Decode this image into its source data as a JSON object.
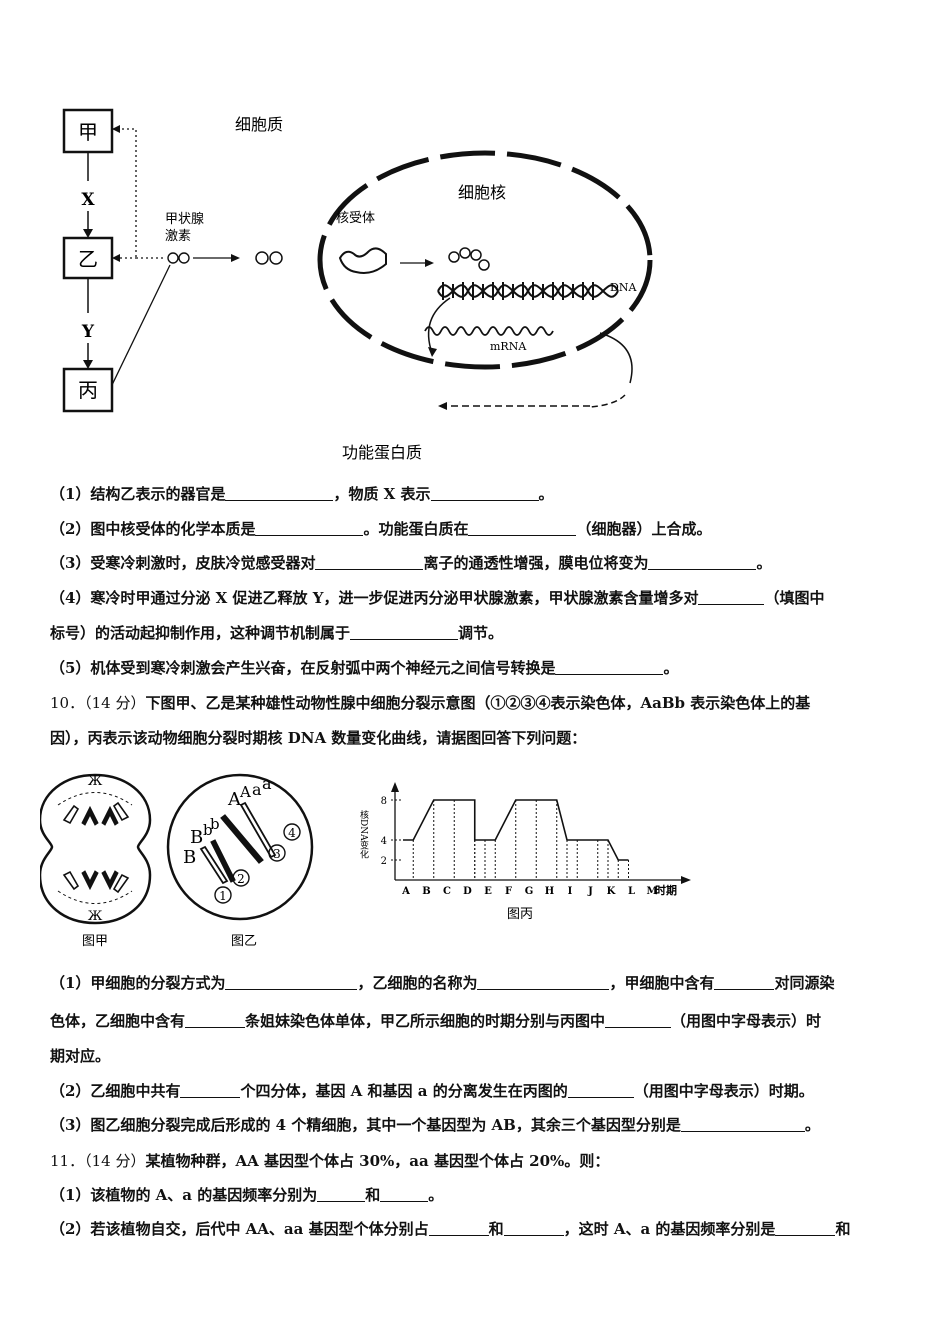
{
  "fig1": {
    "box_jia": "甲",
    "box_yi": "乙",
    "box_bing": "丙",
    "label_x": "X",
    "label_y": "Y",
    "hormone_label_1": "甲状腺",
    "hormone_label_2": "激素",
    "cytoplasm": "细胞质",
    "nucleus": "细胞核",
    "receptor": "核受体",
    "dna": "DNA",
    "mrna": "mRNA",
    "protein": "功能蛋白质"
  },
  "q9": {
    "p1_a": "（1）结构乙表示的器官是",
    "p1_b": "，物质 X 表示",
    "p1_c": "。",
    "p2_a": "（2）图中核受体的化学本质是",
    "p2_b": "。功能蛋白质在",
    "p2_c": "（细胞器）上合成。",
    "p3_a": "（3）受寒冷刺激时，皮肤冷觉感受器对",
    "p3_b": "离子的通透性增强，膜电位将变为",
    "p3_c": "。",
    "p4_a": "（4）寒冷时甲通过分泌 X 促进乙释放 Y，进一步促进丙分泌甲状腺激素，甲状腺激素含量增多对",
    "p4_b": "（填图中",
    "p4_c": "标号）的活动起抑制作用，这种调节机制属于",
    "p4_d": "调节。",
    "p5_a": "（5）机体受到寒冷刺激会产生兴奋，在反射弧中两个神经元之间信号转换是",
    "p5_b": "。"
  },
  "q10": {
    "num": "10．（14 分）",
    "stem_a": "下图甲、乙是某种雄性动物性腺中细胞分裂示意图（①②③④表示染色体，AaBb 表示染色体上的基",
    "stem_b": "因），丙表示该动物细胞分裂时期核 DNA 数量变化曲线，请据图回答下列问题：",
    "fig_jia": "图甲",
    "fig_yi": "图乙",
    "fig_bing": "图丙",
    "p1_a": "（1）甲细胞的分裂方式为",
    "p1_b": "，乙细胞的名称为",
    "p1_c": "，甲细胞中含有",
    "p1_d": "对同源染",
    "p1_e": "色体，乙细胞中含有",
    "p1_f": "条姐妹染色体单体，甲乙所示细胞的时期分别与丙图中",
    "p1_g": "（用图中字母表示）时",
    "p1_h": "期对应。",
    "p2_a": "（2）乙细胞中共有",
    "p2_b": "个四分体，基因 A 和基因 a 的分离发生在丙图的",
    "p2_c": "（用图中字母表示）时期。",
    "p3_a": "（3）图乙细胞分裂完成后形成的 4 个精细胞，其中一个基因型为 AB，其余三个基因型分别是",
    "p3_b": "。"
  },
  "q11": {
    "num": "11．（14 分）",
    "stem": "某植物种群，AA 基因型个体占 30%，aa 基因型个体占 20%。则：",
    "p1_a": "（1）该植物的 A、a 的基因频率分别为",
    "p1_b": "和",
    "p1_c": "。",
    "p2_a": "（2）若该植物自交，后代中 AA、aa 基因型个体分别占",
    "p2_b": "和",
    "p2_c": "，这时 A、a 的基因频率分别是",
    "p2_d": "和"
  },
  "chart_data": {
    "type": "line",
    "title": "",
    "ylabel": "核DNA变化",
    "xlabel": "时期",
    "categories": [
      "A",
      "B",
      "C",
      "D",
      "E",
      "F",
      "G",
      "H",
      "I",
      "J",
      "K",
      "L",
      "M"
    ],
    "ytick_labels": [
      "2",
      "4",
      "8"
    ],
    "series": [
      {
        "x": [
          0,
          0.5,
          1.5,
          2.5,
          3.5,
          3.5,
          4,
          4.5,
          5.5,
          6.5,
          7.5,
          8,
          8.5,
          9.5,
          10,
          10.5,
          11
        ],
        "y": [
          4,
          4,
          8,
          8,
          8,
          4,
          4,
          4,
          8,
          8,
          8,
          4,
          4,
          4,
          4,
          2,
          2
        ]
      }
    ]
  }
}
